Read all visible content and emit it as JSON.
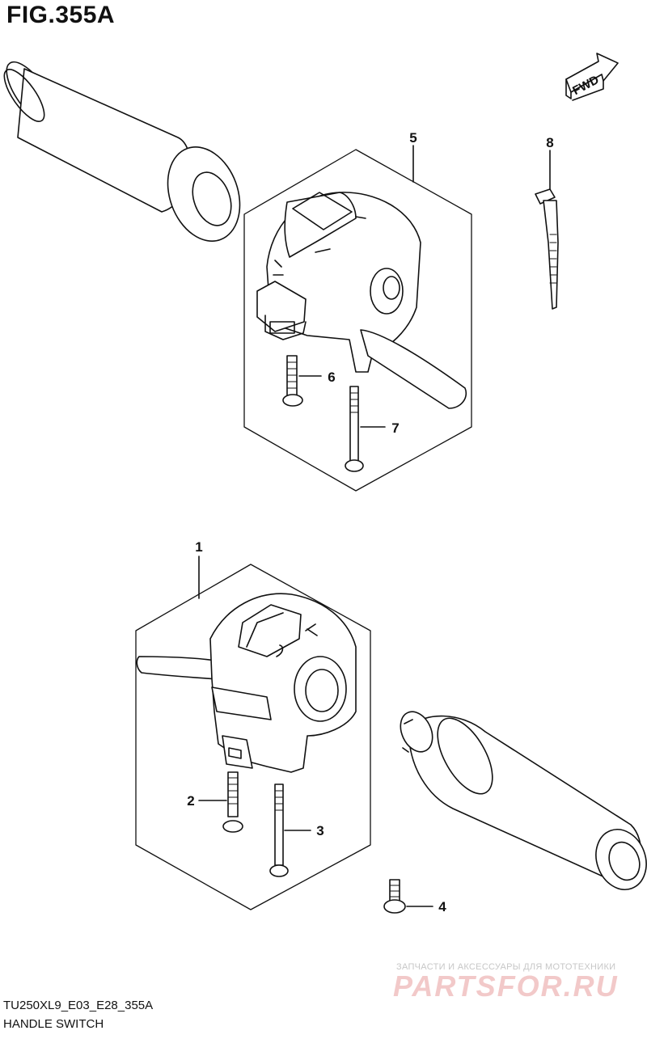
{
  "figure": {
    "title": "FIG.355A",
    "code": "TU250XL9_E03_E28_355A",
    "name": "HANDLE SWITCH"
  },
  "direction_label": "FWD",
  "callouts": {
    "c1": "1",
    "c2": "2",
    "c3": "3",
    "c4": "4",
    "c5": "5",
    "c6": "6",
    "c7": "7",
    "c8": "8"
  },
  "watermark": {
    "subtitle": "ЗАПЧАСТИ И АКСЕССУАРЫ ДЛЯ МОТОТЕХНИКИ",
    "brand": "PARTSFOR.RU"
  }
}
